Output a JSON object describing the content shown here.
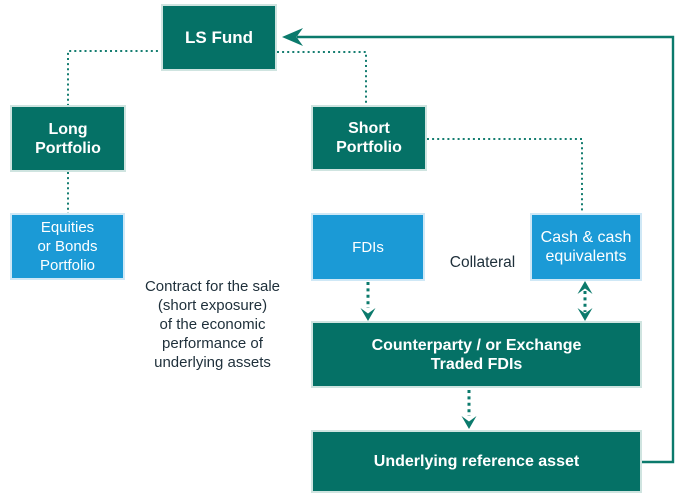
{
  "colors": {
    "box_teal": "#057166",
    "box_blue": "#1b9ad6",
    "connector_teal": "#0b7a6c",
    "annotation_text": "#1e2f3a",
    "box_text": "#ffffff",
    "background": "#ffffff"
  },
  "nodes": {
    "ls_fund": {
      "label": "LS Fund"
    },
    "long_portfolio": {
      "lines": [
        "Long",
        "Portfolio"
      ]
    },
    "short_portfolio": {
      "lines": [
        "Short",
        "Portfolio"
      ]
    },
    "equities_bonds": {
      "lines": [
        "Equities",
        "or Bonds",
        "Portfolio"
      ]
    },
    "fdis": {
      "label": "FDIs"
    },
    "cash_equivalents": {
      "lines": [
        "Cash & cash",
        "equivalents"
      ]
    },
    "counterparty": {
      "lines": [
        "Counterparty / or Exchange",
        "Traded FDIs"
      ]
    },
    "underlying": {
      "label": "Underlying reference asset"
    }
  },
  "annotations": {
    "collateral": "Collateral",
    "contract_note": {
      "lines": [
        "Contract for the sale",
        "(short exposure)",
        "of the economic",
        "performance of",
        "underlying assets"
      ]
    }
  },
  "connectors": {
    "loop_underlying_to_ls_fund": "solid arrow from Underlying reference asset up the right side into LS Fund",
    "ls_fund_to_long_portfolio": "dotted elbow",
    "long_portfolio_to_equities": "dotted line",
    "ls_fund_to_short_portfolio": "dotted elbow",
    "short_portfolio_to_cash": "dotted elbow",
    "fdis_to_counterparty": "dotted arrow down",
    "cash_to_counterparty": "dotted arrow both directions",
    "counterparty_to_underlying": "dotted arrow down"
  }
}
